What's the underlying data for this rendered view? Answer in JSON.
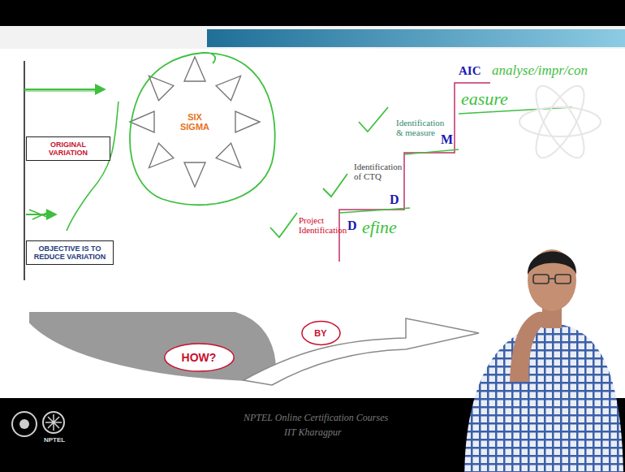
{
  "diagram": {
    "nodes": [
      {
        "text": [
          "ORIGINAL VARIATION"
        ]
      },
      {
        "text": [
          "OBJECTIVE IS TO REDUCE VARIATION"
        ]
      },
      {
        "text": [
          "SIX SIGMA"
        ]
      },
      {
        "text": [
          "HOW?"
        ]
      },
      {
        "text": [
          "BY"
        ]
      }
    ],
    "labels": [
      "Project Identification",
      "D",
      "efine",
      "Identification of CTQ",
      "D",
      "Identification & measure",
      "M",
      "easure",
      "AIC",
      "analyse/impr/con",
      "NPTEL Online Certification Courses",
      "IIT Kharagpur",
      "NPTEL"
    ]
  }
}
